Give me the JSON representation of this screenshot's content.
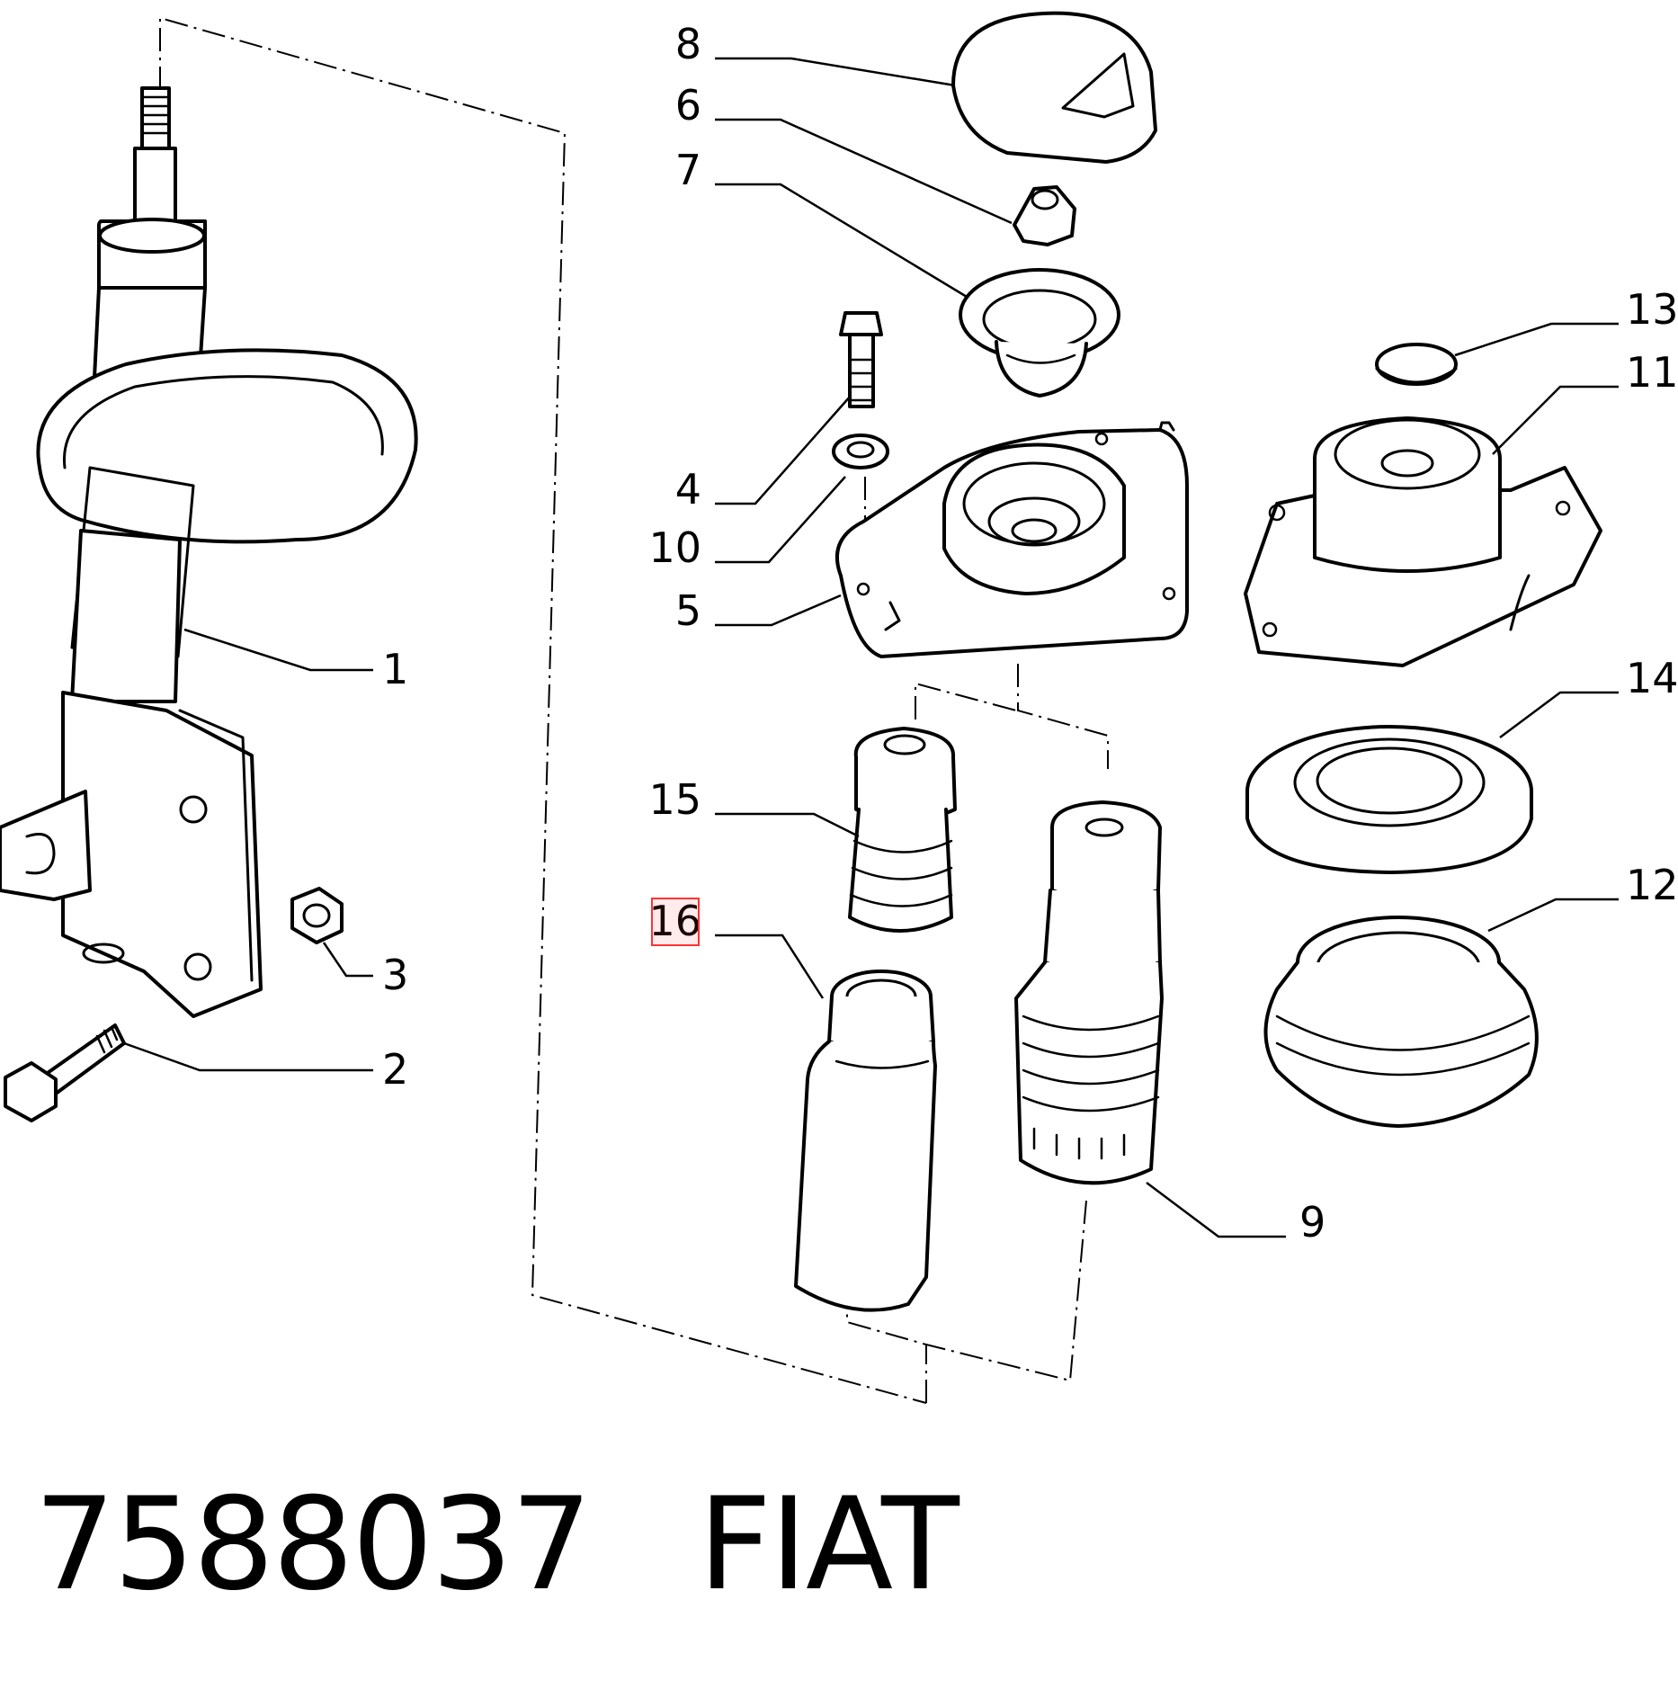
{
  "callouts": [
    {
      "id": "1",
      "label": "1"
    },
    {
      "id": "2",
      "label": "2"
    },
    {
      "id": "3",
      "label": "3"
    },
    {
      "id": "4",
      "label": "4"
    },
    {
      "id": "5",
      "label": "5"
    },
    {
      "id": "6",
      "label": "6"
    },
    {
      "id": "7",
      "label": "7"
    },
    {
      "id": "8",
      "label": "8"
    },
    {
      "id": "9",
      "label": "9"
    },
    {
      "id": "10",
      "label": "10"
    },
    {
      "id": "11",
      "label": "11"
    },
    {
      "id": "12",
      "label": "12"
    },
    {
      "id": "13",
      "label": "13"
    },
    {
      "id": "14",
      "label": "14"
    },
    {
      "id": "15",
      "label": "15"
    },
    {
      "id": "16",
      "label": "16"
    }
  ],
  "highlighted_callout": "16",
  "highlight_color": "#ff3333",
  "footer": {
    "part_number": "7588037",
    "brand": "FIAT"
  }
}
